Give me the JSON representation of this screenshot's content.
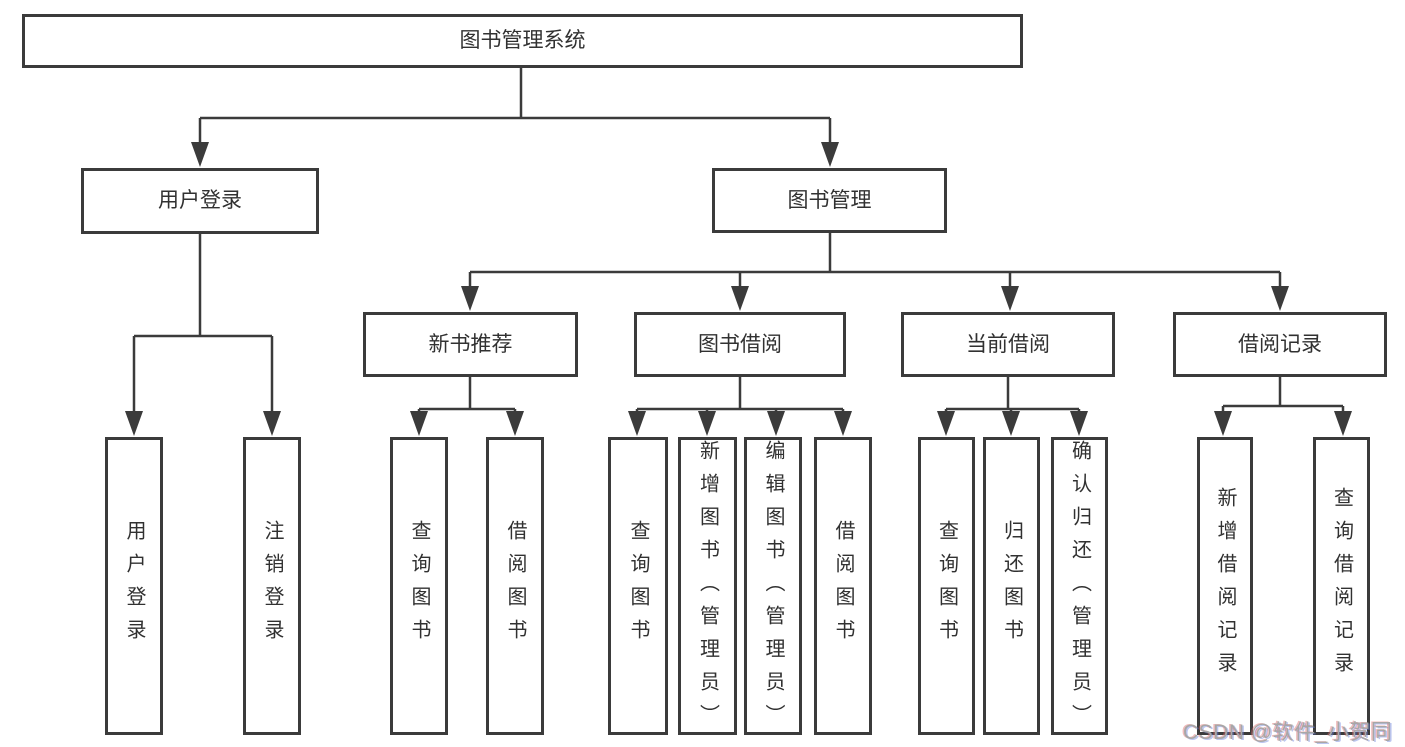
{
  "colors": {
    "background": "#ffffff",
    "line": "#3b3b3b",
    "box_border": "#3b3b3b",
    "box_fill": "#ffffff",
    "text": "#313131",
    "watermark_text": "#a7a7a7"
  },
  "tree": {
    "label": "图书管理系统",
    "children": [
      {
        "label": "用户登录",
        "children": [
          {
            "label": "用户登录"
          },
          {
            "label": "注销登录"
          }
        ]
      },
      {
        "label": "图书管理",
        "children": [
          {
            "label": "新书推荐",
            "children": [
              {
                "label": "查询图书"
              },
              {
                "label": "借阅图书"
              }
            ]
          },
          {
            "label": "图书借阅",
            "children": [
              {
                "label": "查询图书"
              },
              {
                "label": "新增图书（管理员）"
              },
              {
                "label": "编辑图书（管理员）"
              },
              {
                "label": "借阅图书"
              }
            ]
          },
          {
            "label": "当前借阅",
            "children": [
              {
                "label": "查询图书"
              },
              {
                "label": "归还图书"
              },
              {
                "label": "确认归还（管理员）"
              }
            ]
          },
          {
            "label": "借阅记录",
            "children": [
              {
                "label": "新增借阅记录"
              },
              {
                "label": "查询借阅记录"
              }
            ]
          }
        ]
      }
    ]
  },
  "watermark": {
    "text": "CSDN @软件_小贺同学"
  }
}
